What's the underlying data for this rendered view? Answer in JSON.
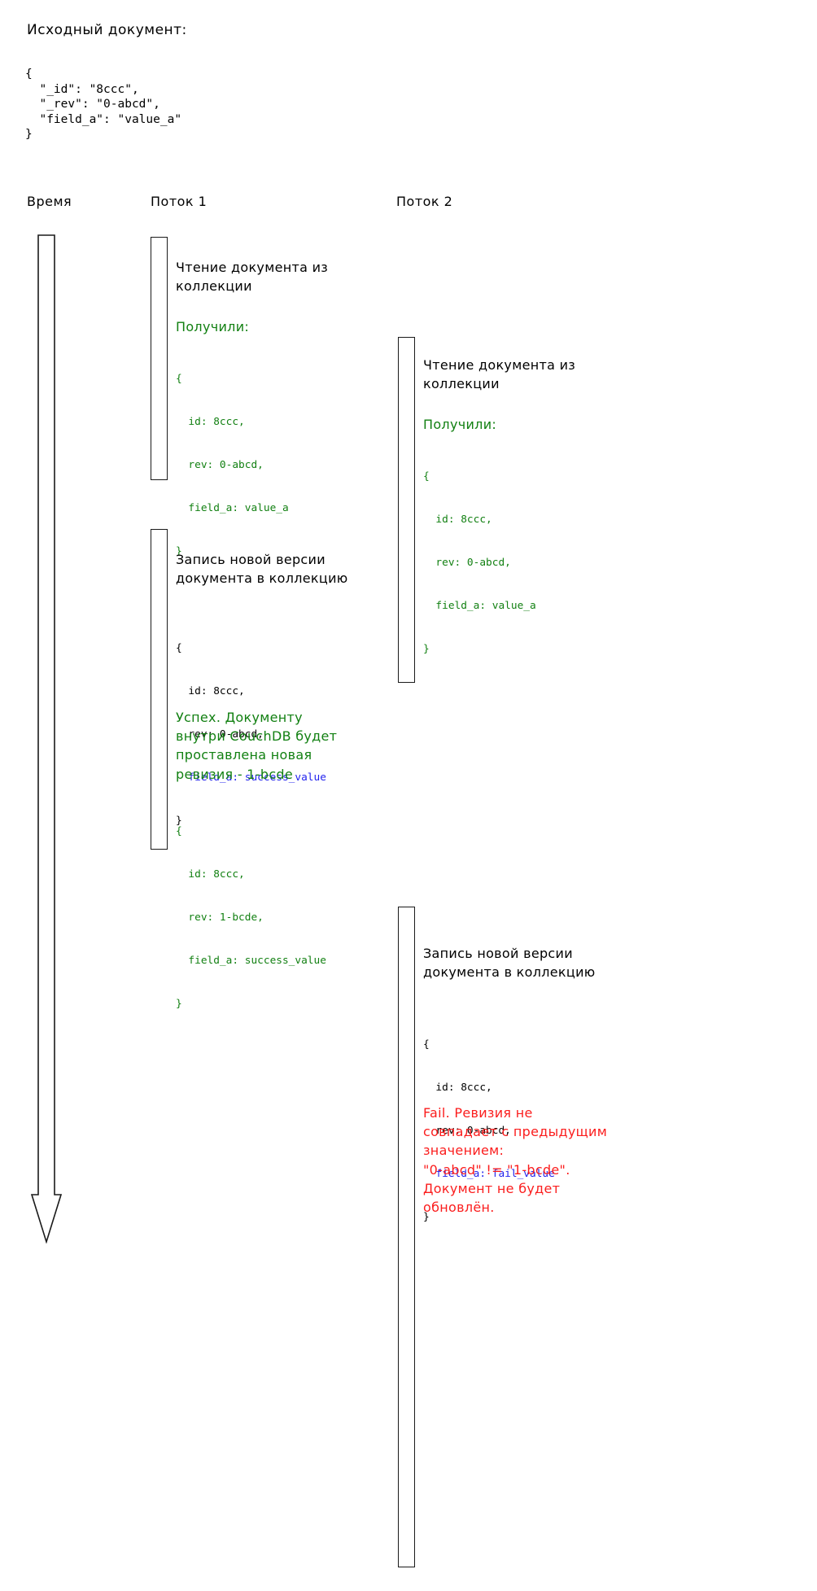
{
  "header": {
    "title": "Исходный документ:",
    "source_document": "{\n  \"_id\": \"8ccc\",\n  \"_rev\": \"0-abcd\",\n  \"field_a\": \"value_a\"\n}"
  },
  "columns": {
    "time": "Время",
    "thread1": "Поток 1",
    "thread2": "Поток 2"
  },
  "colors": {
    "success": "#128012",
    "fail": "#fb1d1d",
    "changed_field": "#2222ee",
    "text": "#000000",
    "bar_stroke": "#1a1a1a"
  },
  "thread1": {
    "block1": {
      "action": "Чтение документа из\nколлекции",
      "status": "Получили:",
      "status_color": "#128012",
      "code_lines": [
        {
          "text": "{",
          "color": "#128012"
        },
        {
          "text": "  id: 8ccc,",
          "color": "#128012"
        },
        {
          "text": "  rev: 0-abcd,",
          "color": "#128012"
        },
        {
          "text": "  field_a: value_a",
          "color": "#128012"
        },
        {
          "text": "}",
          "color": "#128012"
        }
      ]
    },
    "block2": {
      "action": "Запись новой версии\nдокумента в коллекцию",
      "code_lines": [
        {
          "text": "{",
          "color": "#000000"
        },
        {
          "text": "  id: 8ccc,",
          "color": "#000000"
        },
        {
          "text": "  rev: 0-abcd,",
          "color": "#000000"
        },
        {
          "text": "  field_a: success_value",
          "color": "#2222ee"
        },
        {
          "text": "}",
          "color": "#000000"
        }
      ],
      "status": "Успех. Документу\nвнутри CouchDB будет\nпроставлена новая\nревизия - 1-bcde",
      "status_color": "#128012",
      "result_lines": [
        {
          "text": "{",
          "color": "#128012"
        },
        {
          "text": "  id: 8ccc,",
          "color": "#128012"
        },
        {
          "text": "  rev: 1-bcde,",
          "color": "#128012"
        },
        {
          "text": "  field_a: success_value",
          "color": "#128012"
        },
        {
          "text": "}",
          "color": "#128012"
        }
      ]
    }
  },
  "thread2": {
    "block1": {
      "action": "Чтение документа из\nколлекции",
      "status": "Получили:",
      "status_color": "#128012",
      "code_lines": [
        {
          "text": "{",
          "color": "#128012"
        },
        {
          "text": "  id: 8ccc,",
          "color": "#128012"
        },
        {
          "text": "  rev: 0-abcd,",
          "color": "#128012"
        },
        {
          "text": "  field_a: value_a",
          "color": "#128012"
        },
        {
          "text": "}",
          "color": "#128012"
        }
      ]
    },
    "block2": {
      "action": "Запись новой версии\nдокумента в коллекцию",
      "code_lines": [
        {
          "text": "{",
          "color": "#000000"
        },
        {
          "text": "  id: 8ccc,",
          "color": "#000000"
        },
        {
          "text": "  rev: 0-abcd,",
          "color": "#000000"
        },
        {
          "text": "  field_a: fail_value",
          "color": "#2222ee"
        },
        {
          "text": "}",
          "color": "#000000"
        }
      ],
      "status": "Fail. Ревизия не\nсовпадает с предыдущим\nзначением:\n\"0-abcd\" != \"1-bcde\".\nДокумент не будет\nобновлён.",
      "status_color": "#fb1d1d"
    }
  }
}
